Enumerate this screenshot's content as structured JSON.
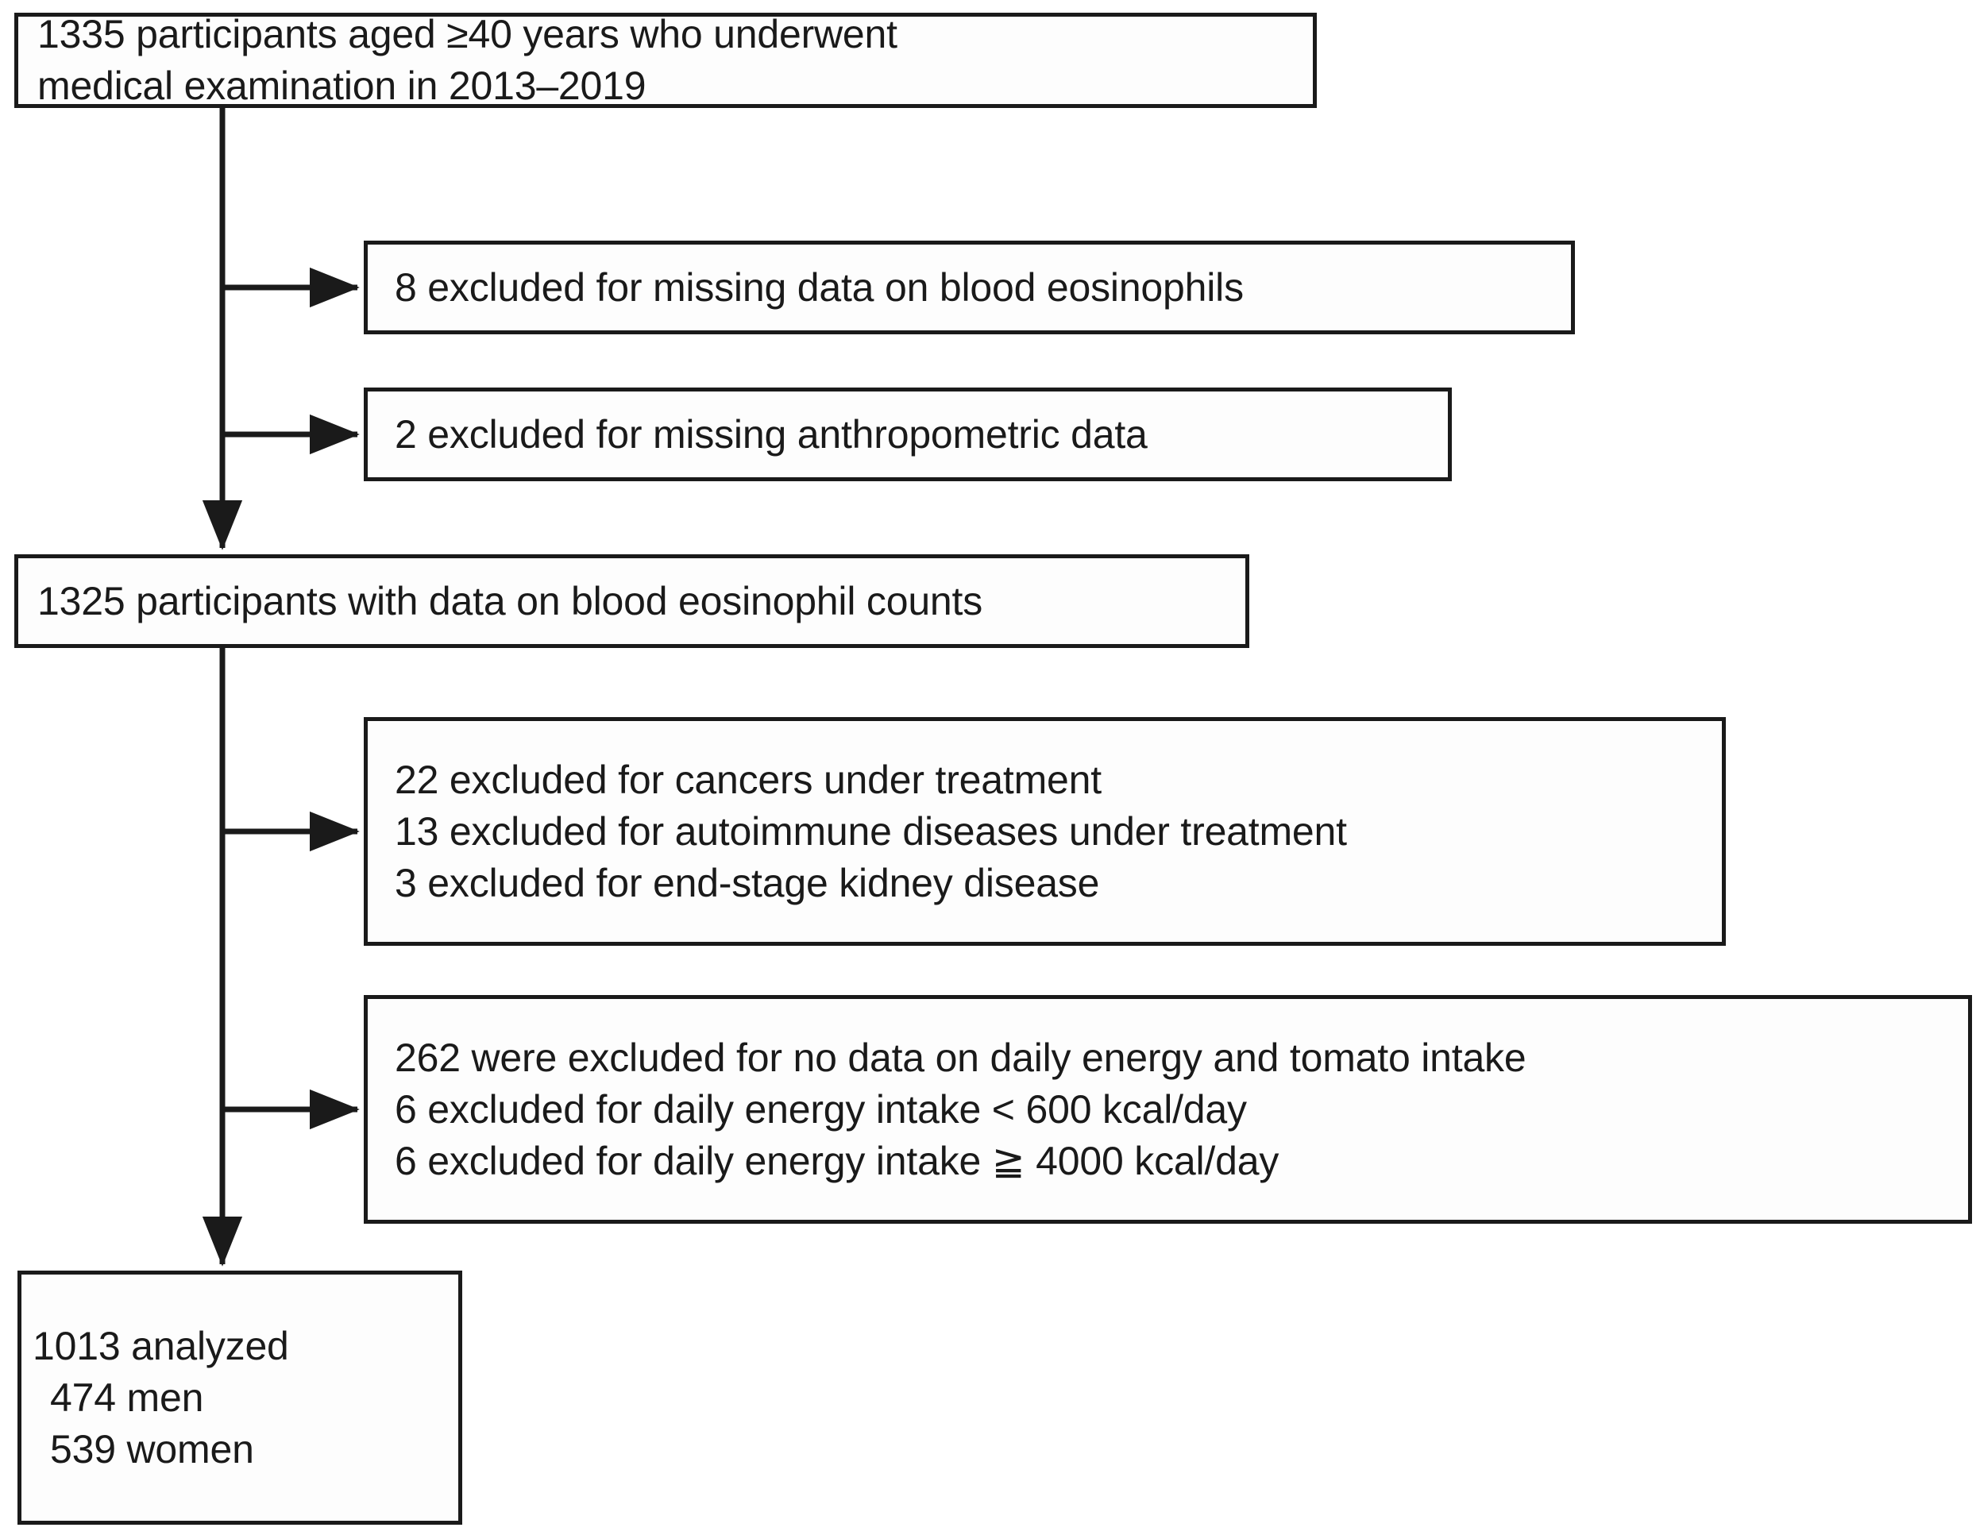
{
  "diagram": {
    "title": "Study participant flow diagram",
    "type": "flowchart",
    "line_color": "#1a1a1a",
    "background_color": "#ffffff",
    "nodes": {
      "source": {
        "name": "source-population-box",
        "lines": [
          "1335 participants aged ≥40 years who underwent",
          "medical examination in 2013–2019"
        ]
      },
      "exclusion_1": {
        "name": "exclusion-box-eosinophils",
        "lines": [
          "8 excluded for missing data on blood eosinophils"
        ]
      },
      "exclusion_2": {
        "name": "exclusion-box-anthropometric",
        "lines": [
          "2 excluded for missing anthropometric data"
        ]
      },
      "remaining": {
        "name": "remaining-participants-box",
        "lines": [
          "1325 participants with data on blood eosinophil counts"
        ]
      },
      "exclusion_3": {
        "name": "exclusion-box-disease",
        "lines": [
          "22 excluded for cancers under treatment",
          "13 excluded for autoimmune diseases under treatment",
          "3 excluded for end-stage kidney disease"
        ]
      },
      "exclusion_4": {
        "name": "exclusion-box-diet",
        "lines": [
          "262 were excluded for no data on daily energy and tomato intake",
          "6 excluded for daily energy intake < 600 kcal/day",
          "6 excluded for daily energy intake ≧ 4000 kcal/day"
        ]
      },
      "analyzed": {
        "name": "analyzed-population-box",
        "lines": [
          "1013 analyzed",
          "474 men",
          "539 women"
        ]
      }
    },
    "connectors": [
      {
        "name": "trunk-source-to-remaining",
        "type": "vertical-arrow"
      },
      {
        "name": "branch-to-exclusion-1",
        "type": "horizontal-arrow"
      },
      {
        "name": "branch-to-exclusion-2",
        "type": "horizontal-arrow"
      },
      {
        "name": "trunk-remaining-to-analyzed",
        "type": "vertical-arrow"
      },
      {
        "name": "branch-to-exclusion-3",
        "type": "horizontal-arrow"
      },
      {
        "name": "branch-to-exclusion-4",
        "type": "horizontal-arrow"
      }
    ]
  },
  "chart_data": {
    "type": "flowchart",
    "title": "Participant selection flow",
    "stages": [
      {
        "label": "Participants aged ≥40 years who underwent medical examination in 2013–2019",
        "n": 1335
      },
      {
        "label": "Participants with data on blood eosinophil counts",
        "n": 1325
      },
      {
        "label": "Analyzed",
        "n": 1013
      }
    ],
    "exclusions": [
      {
        "reason": "missing data on blood eosinophils",
        "n": 8
      },
      {
        "reason": "missing anthropometric data",
        "n": 2
      },
      {
        "reason": "cancers under treatment",
        "n": 22
      },
      {
        "reason": "autoimmune diseases under treatment",
        "n": 13
      },
      {
        "reason": "end-stage kidney disease",
        "n": 3
      },
      {
        "reason": "no data on daily energy and tomato intake",
        "n": 262
      },
      {
        "reason": "daily energy intake < 600 kcal/day",
        "n": 6
      },
      {
        "reason": "daily energy intake ≧ 4000 kcal/day",
        "n": 6
      }
    ],
    "final_breakdown": [
      {
        "label": "men",
        "n": 474
      },
      {
        "label": "women",
        "n": 539
      }
    ]
  }
}
